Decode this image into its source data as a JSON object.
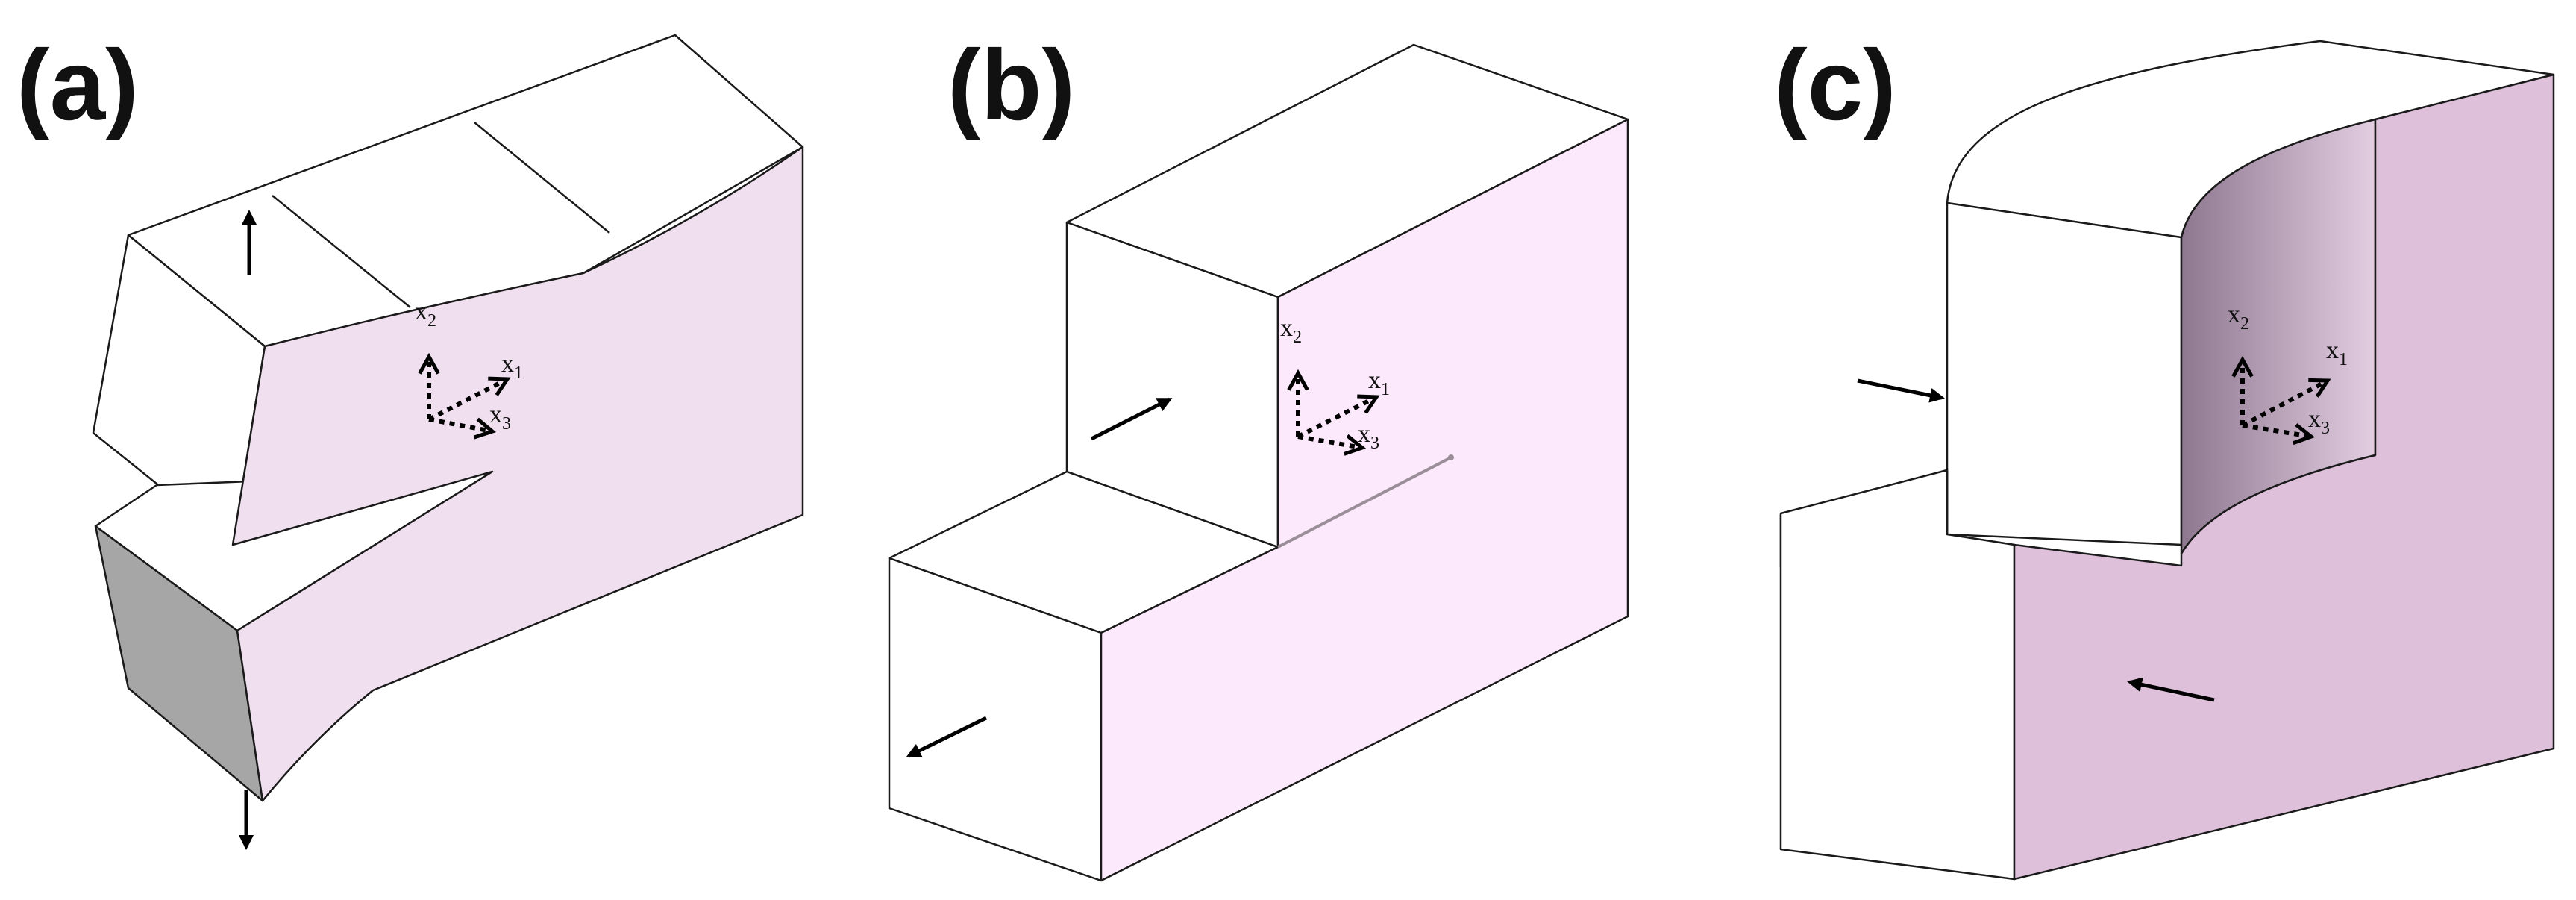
{
  "panels": [
    {
      "label": "(a)",
      "face_colors": {
        "front": "#f0e0ef",
        "top": "#ffffff",
        "side_dark": "#a6a6a6"
      },
      "axes": {
        "x1": "x",
        "x1_sub": "1",
        "x2": "x",
        "x2_sub": "2",
        "x3": "x",
        "x3_sub": "3"
      }
    },
    {
      "label": "(b)",
      "face_colors": {
        "front": "#fde9fc",
        "top": "#ffffff"
      },
      "axes": {
        "x1": "x",
        "x1_sub": "1",
        "x2": "x",
        "x2_sub": "2",
        "x3": "x",
        "x3_sub": "3"
      }
    },
    {
      "label": "(c)",
      "face_colors": {
        "front": "#dfc0db",
        "curved_dark": "#8e7890",
        "curved_light": "#e2cde1",
        "top": "#ffffff"
      },
      "axes": {
        "x1": "x",
        "x1_sub": "1",
        "x2": "x",
        "x2_sub": "2",
        "x3": "x",
        "x3_sub": "3"
      }
    }
  ]
}
